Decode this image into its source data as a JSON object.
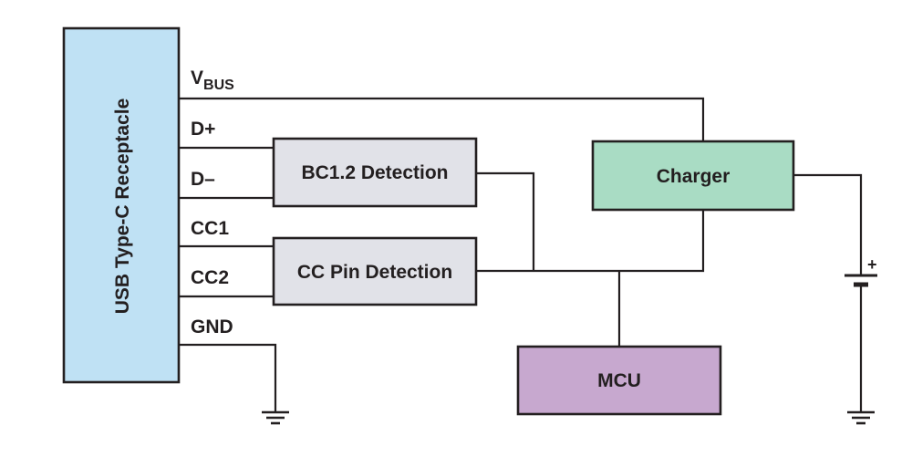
{
  "receptacle": {
    "label": "USB Type-C Receptacle",
    "fill": "#bfe1f4"
  },
  "pins": {
    "vbus": "V",
    "vbus_sub": "BUS",
    "dplus": "D+",
    "dminus": "D–",
    "cc1": "CC1",
    "cc2": "CC2",
    "gnd": "GND"
  },
  "blocks": {
    "bc12": {
      "label": "BC1.2 Detection",
      "fill": "#e1e2e8"
    },
    "ccpin": {
      "label": "CC Pin Detection",
      "fill": "#e1e2e8"
    },
    "charger": {
      "label": "Charger",
      "fill": "#a9dcc4"
    },
    "mcu": {
      "label": "MCU",
      "fill": "#c7a8cf"
    }
  },
  "battery": {
    "polarity": "+"
  },
  "ground_symbols": [
    "receptacle-gnd",
    "battery-gnd"
  ]
}
